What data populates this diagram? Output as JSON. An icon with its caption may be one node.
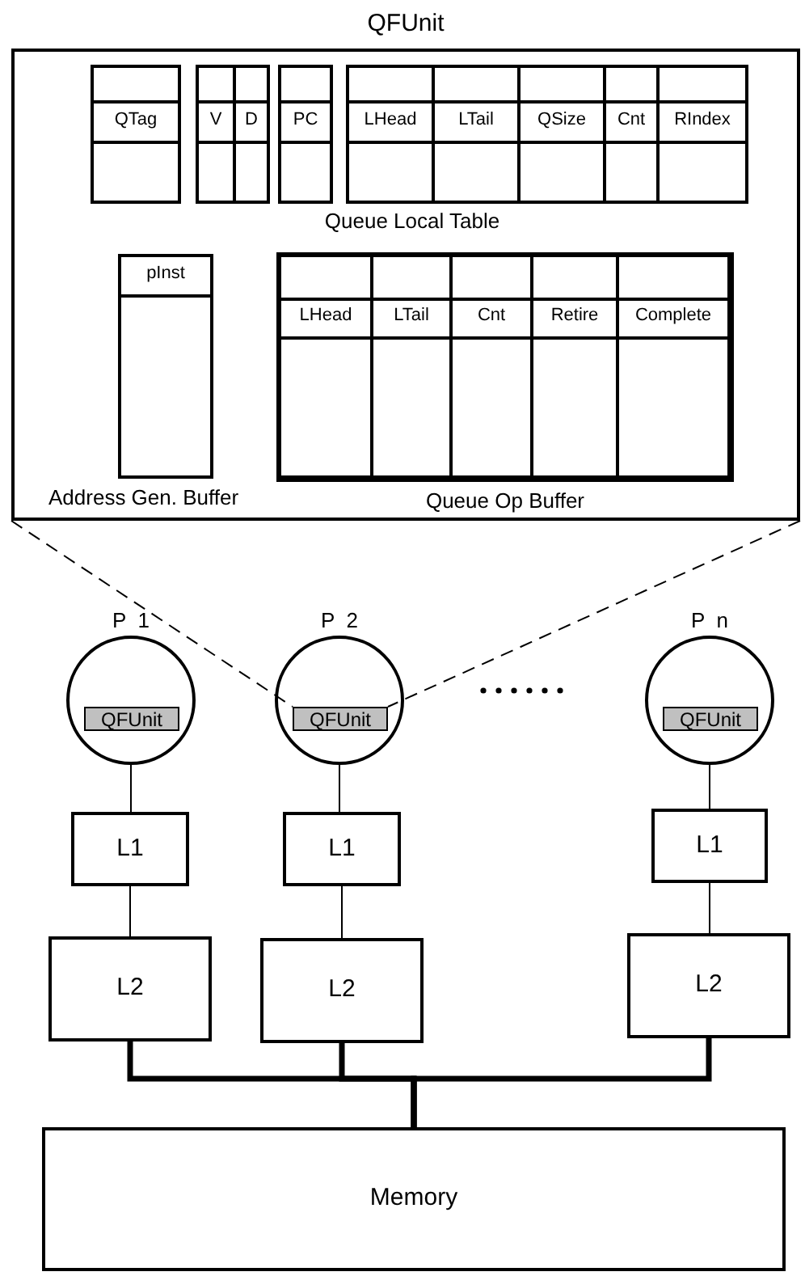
{
  "diagram": {
    "nodes": [
      {
        "text": [
          "QFUnit"
        ]
      },
      {
        "text": [
          "QTag"
        ],
        "in": 0
      },
      {
        "text": [
          "V"
        ],
        "in": 0
      },
      {
        "text": [
          "D"
        ],
        "in": 0
      },
      {
        "text": [
          "PC"
        ],
        "in": 0
      },
      {
        "text": [
          "LHead"
        ],
        "in": 0
      },
      {
        "text": [
          "LTail"
        ],
        "in": 0
      },
      {
        "text": [
          "QSize"
        ],
        "in": 0
      },
      {
        "text": [
          "Cnt"
        ],
        "in": 0
      },
      {
        "text": [
          "RIndex"
        ],
        "in": 0
      },
      {
        "text": [
          "pInst"
        ],
        "in": 0,
        "beside": [
          "Address Gen. Buffer"
        ]
      },
      {
        "text": [
          "Queue Op Buffer"
        ],
        "in": 0
      },
      {
        "text": [
          "LHead"
        ],
        "in": 11
      },
      {
        "text": [
          "LTail"
        ],
        "in": 11
      },
      {
        "text": [
          "Cnt"
        ],
        "in": 11
      },
      {
        "text": [
          "Retire"
        ],
        "in": 11
      },
      {
        "text": [
          "Complete"
        ],
        "in": 11
      },
      {
        "text": [
          "P  1"
        ]
      },
      {
        "text": [
          "QFUnit"
        ],
        "in": 17
      },
      {
        "text": [
          "P  2"
        ]
      },
      {
        "text": [
          "QFUnit"
        ],
        "in": 19
      },
      {
        "text": [
          "P  n"
        ]
      },
      {
        "text": [
          "QFUnit"
        ],
        "in": 21
      },
      {
        "text": [
          "L1"
        ]
      },
      {
        "text": [
          "L1"
        ]
      },
      {
        "text": [
          "L1"
        ]
      },
      {
        "text": [
          "L2"
        ]
      },
      {
        "text": [
          "L2"
        ]
      },
      {
        "text": [
          "L2"
        ]
      },
      {
        "text": [
          "Memory"
        ]
      }
    ],
    "edges": [
      {
        "from": 0,
        "to": 20,
        "arrow": "none",
        "style": "dashed"
      },
      {
        "from": 0,
        "to": 20,
        "arrow": "none",
        "style": "dashed"
      },
      {
        "from": 17,
        "to": 23,
        "arrow": "none"
      },
      {
        "from": 19,
        "to": 24,
        "arrow": "none"
      },
      {
        "from": 21,
        "to": 25,
        "arrow": "none"
      },
      {
        "from": 23,
        "to": 26,
        "arrow": "none"
      },
      {
        "from": 24,
        "to": 27,
        "arrow": "none"
      },
      {
        "from": 25,
        "to": 28,
        "arrow": "none"
      },
      {
        "from": 26,
        "to": 29,
        "arrow": "none",
        "style": "thick"
      },
      {
        "from": 27,
        "to": 29,
        "arrow": "none",
        "style": "thick"
      },
      {
        "from": 28,
        "to": 29,
        "arrow": "none",
        "style": "thick"
      }
    ],
    "labels": [
      "Queue Local Table"
    ]
  }
}
